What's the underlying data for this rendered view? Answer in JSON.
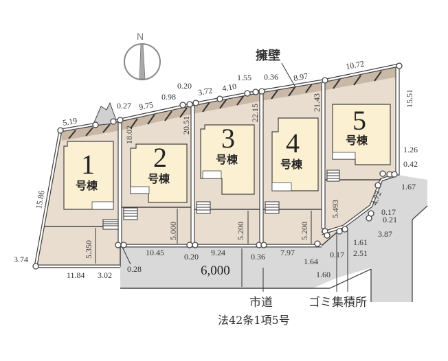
{
  "compass": {
    "label": "N"
  },
  "retaining_wall": {
    "label": "擁壁"
  },
  "lots": [
    {
      "id": 1,
      "number": "1",
      "suffix": "号棟"
    },
    {
      "id": 2,
      "number": "2",
      "suffix": "号棟"
    },
    {
      "id": 3,
      "number": "3",
      "suffix": "号棟"
    },
    {
      "id": 4,
      "number": "4",
      "suffix": "号棟"
    },
    {
      "id": 5,
      "number": "5",
      "suffix": "号棟"
    }
  ],
  "dimensions": {
    "top": {
      "d519": "5.19",
      "d027": "0.27",
      "d975": "9.75",
      "d098": "0.98",
      "d020a": "0.20",
      "d372": "3.72",
      "d410": "4.10",
      "d155": "1.55",
      "d036a": "0.36",
      "d897": "8.97",
      "d1072": "10.72"
    },
    "vertical": {
      "d1586": "15.86",
      "d1802": "18.02",
      "d2051": "20.51",
      "d2215": "22.15",
      "d2143": "21.43",
      "d1551": "15.51",
      "d5350": "5.350",
      "d5000": "5.000",
      "d5200a": "5.200",
      "d5200b": "5.200",
      "d5493": "5.493",
      "d472": "4.72"
    },
    "bottom": {
      "d374": "3.74",
      "d1184": "11.84",
      "d302": "3.02",
      "d028": "0.28",
      "d1045": "10.45",
      "d020b": "0.20",
      "d924": "9.24",
      "d036b": "0.36",
      "d797": "7.97",
      "d164": "1.64",
      "d160": "1.60",
      "d017a": "0.17",
      "d161": "1.61",
      "d251": "2.51"
    },
    "right": {
      "d126": "1.26",
      "d042": "0.42",
      "d167": "1.67",
      "d017b": "0.17",
      "d021": "0.21",
      "d387": "3.87"
    }
  },
  "road": {
    "width": "6,000",
    "name": "市道",
    "legal": "法42条1項5号"
  },
  "garbage": {
    "label": "ゴミ集積所"
  },
  "colors": {
    "lot": "#e9ddd0",
    "house": "#fcf0d2",
    "road": "#d9d9d9",
    "line": "#444444",
    "wall_band": "#c9b8a6"
  }
}
